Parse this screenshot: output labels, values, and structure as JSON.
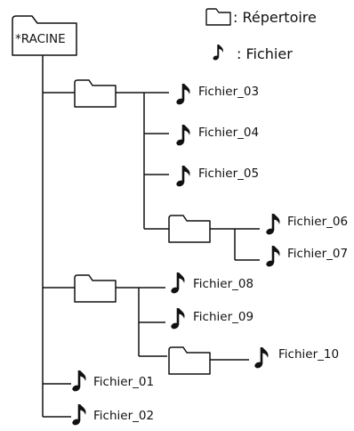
{
  "legend": {
    "directory_label": ": Répertoire",
    "file_label": ": Fichier"
  },
  "root": {
    "label": "*RACINE"
  },
  "files": {
    "f01": "Fichier_01",
    "f02": "Fichier_02",
    "f03": "Fichier_03",
    "f04": "Fichier_04",
    "f05": "Fichier_05",
    "f06": "Fichier_06",
    "f07": "Fichier_07",
    "f08": "Fichier_08",
    "f09": "Fichier_09",
    "f10": "Fichier_10"
  },
  "icons": {
    "directory": "folder-icon",
    "file": "music-note-icon"
  },
  "colors": {
    "line": "#111111",
    "folder_fill": "#ffffff"
  }
}
